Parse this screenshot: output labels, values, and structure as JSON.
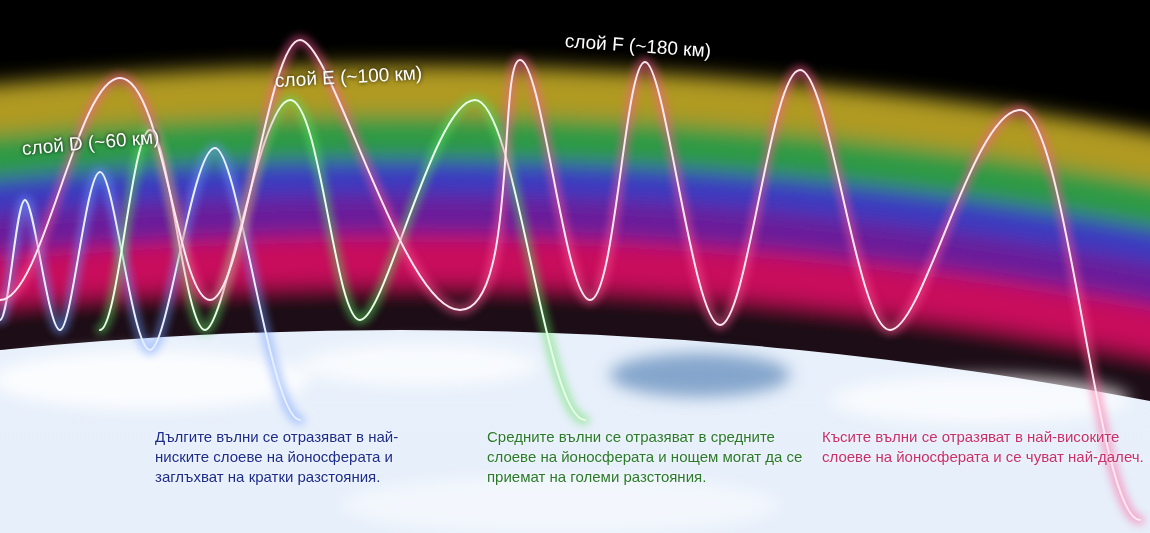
{
  "diagram": {
    "labels": [
      "слой D (~60 км)",
      "слой E (~100 км)",
      "слой F (~180 км)",
      "Дългите вълни се отразяват в най-ниските слоеве на йоносферата и заглъхват на кратки разстояния.",
      "Средните вълни се отразяват в средните слоеве на йоносферата и нощем могат да се приемат на големи разстояния.",
      "Късите вълни се отразяват в най-високите слоеве на йоносферата и се чуват най-далеч."
    ]
  }
}
